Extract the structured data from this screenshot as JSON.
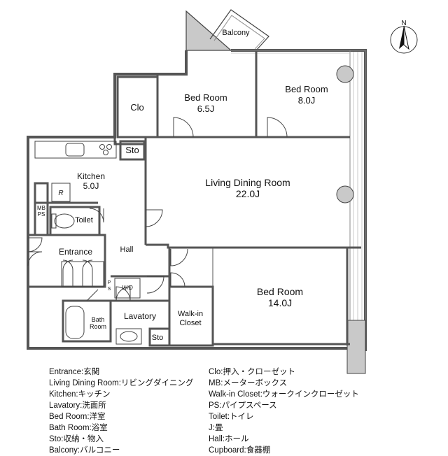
{
  "compass": {
    "north_label": "N"
  },
  "rooms": {
    "balcony": "Balcony",
    "clo": "Clo",
    "bedroom1": {
      "name": "Bed Room",
      "size": "6.5J"
    },
    "bedroom2": {
      "name": "Bed Room",
      "size": "8.0J"
    },
    "sto1": "Sto",
    "kitchen": {
      "name": "Kitchen",
      "size": "5.0J"
    },
    "living": {
      "name": "Living Dining Room",
      "size": "22.0J"
    },
    "mbps": {
      "line1": "MB",
      "line2": "PS"
    },
    "fridge": "R",
    "toilet": "Toilet",
    "entrance": "Entrance",
    "hall": "Hall",
    "ps": {
      "line1": "P",
      "line2": "S"
    },
    "wd": "W/D",
    "bedroom3": {
      "name": "Bed Room",
      "size": "14.0J"
    },
    "walkin": {
      "line1": "Walk-in",
      "line2": "Closet"
    },
    "bath": {
      "line1": "Bath",
      "line2": "Room"
    },
    "lavatory": "Lavatory",
    "sto2": "Sto"
  },
  "legend_left": [
    "Entrance:玄関",
    "Living Dining Room:リビングダイニング",
    "Kitchen:キッチン",
    "Lavatory:洗面所",
    "Bed Room:洋室",
    "Bath Room:浴室",
    "Sto:収納・物入",
    "Balcony:バルコニー"
  ],
  "legend_right": [
    "Clo:押入・クローゼット",
    "MB:メーターボックス",
    "Walk-in Closet:ウォークインクローゼット",
    "PS:パイプスペース",
    "Toilet:トイレ",
    "J:畳",
    "Hall:ホール",
    "Cupboard:食器棚"
  ]
}
